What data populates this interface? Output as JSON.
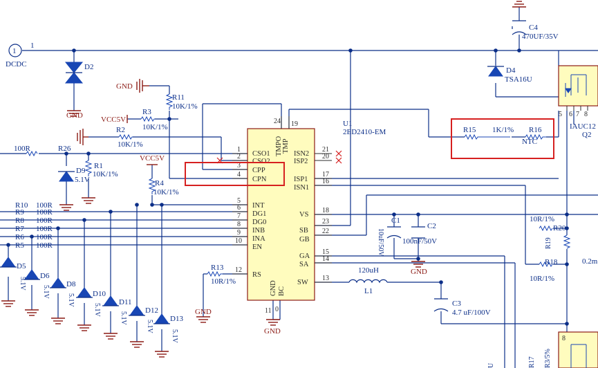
{
  "port": {
    "number": "1",
    "net": "DCDC",
    "wire_label": "1"
  },
  "u1": {
    "ref": "U1",
    "part": "2ED2410-EM",
    "left_pins": [
      {
        "num": "1",
        "name": "CSO1"
      },
      {
        "num": "2",
        "name": "CSO2"
      },
      {
        "num": "3",
        "name": "CPP"
      },
      {
        "num": "4",
        "name": "CPN"
      },
      {
        "num": "5",
        "name": "INT"
      },
      {
        "num": "6",
        "name": "DG1"
      },
      {
        "num": "7",
        "name": "DG0"
      },
      {
        "num": "8",
        "name": "INB"
      },
      {
        "num": "9",
        "name": "INA"
      },
      {
        "num": "10",
        "name": "EN"
      },
      {
        "num": "12",
        "name": "RS"
      }
    ],
    "right_pins": [
      {
        "num": "21",
        "name": "ISN2"
      },
      {
        "num": "20",
        "name": "ISP2"
      },
      {
        "num": "17",
        "name": "ISP1"
      },
      {
        "num": "16",
        "name": "ISN1"
      },
      {
        "num": "18",
        "name": "VS"
      },
      {
        "num": "23",
        "name": "SB"
      },
      {
        "num": "22",
        "name": "GB"
      },
      {
        "num": "15",
        "name": "GA"
      },
      {
        "num": "14",
        "name": "SA"
      },
      {
        "num": "13",
        "name": "SW"
      }
    ],
    "top_pins": [
      {
        "num": "24",
        "name": "TMPO"
      },
      {
        "num": "19",
        "name": "TMP"
      }
    ],
    "bottom_pins": [
      {
        "num": "11",
        "name": "GND"
      },
      {
        "num": "0",
        "name": "BC"
      }
    ]
  },
  "labels": {
    "d2": "D2",
    "d2_gnd": "GND",
    "gnd_r11": "GND",
    "r11": "R11",
    "r11_val": "10K/1%",
    "vcc_r3": "VCC5V",
    "r3": "R3",
    "r3_val": "10K/1%",
    "r2": "R2",
    "r2_val": "10K/1%",
    "r26_val": "100R",
    "r26": "R26",
    "d9": "D9",
    "d9_val": "5.1V",
    "r1": "R1",
    "r1_val": "10K/1%",
    "vcc_r4": "VCC5V",
    "r4": "R4",
    "r4_val": "10K/1%",
    "r10": "R10",
    "r9": "R9",
    "r8": "R8",
    "r7": "R7",
    "r6": "R6",
    "r5": "R5",
    "r_val": "100R",
    "d5": "D5",
    "d6": "D6",
    "d8": "D8",
    "d10": "D10",
    "d11": "D11",
    "d12": "D12",
    "d13": "D13",
    "zener_val": "5.1V",
    "r13": "R13",
    "r13_val": "10R/1%",
    "gnd_r13": "GND",
    "c4": "C4",
    "c4_val": "470UF/35V",
    "d4": "D4",
    "d4_val": "TSA16U",
    "q2_part": "IAUC12",
    "q2": "Q2",
    "q2_pin5": "5",
    "q2_pin6": "6",
    "q2_pin7": "7",
    "q2_pin8": "8",
    "r15": "R15",
    "r15_val": "1K/1%",
    "r16": "R16",
    "r16_val": "NTC",
    "c1": "C1",
    "c1_val": "10uF/50V",
    "c2": "C2",
    "c2_val": "100nF/50V",
    "c_gnd": "GND",
    "r20_val": "10R/1%",
    "r20": "R20",
    "r19": "R19",
    "r18": "R18",
    "r18_val": "10R/1%",
    "shunt_val": "0.2m",
    "l1_val": "120uH",
    "l1": "L1",
    "c3": "C3",
    "c3_val": "4.7 uF/100V",
    "u1_gnd": "GND",
    "bottom_partial_1": "U",
    "bottom_partial_2": "R17",
    "bottom_partial_3": "R3/5%"
  },
  "colors": {
    "wire": "#0b2e88",
    "ic_fill": "#fffcbe",
    "ic_border": "#8b1a14",
    "power": "#8b1a14",
    "highlight": "#d62020"
  }
}
